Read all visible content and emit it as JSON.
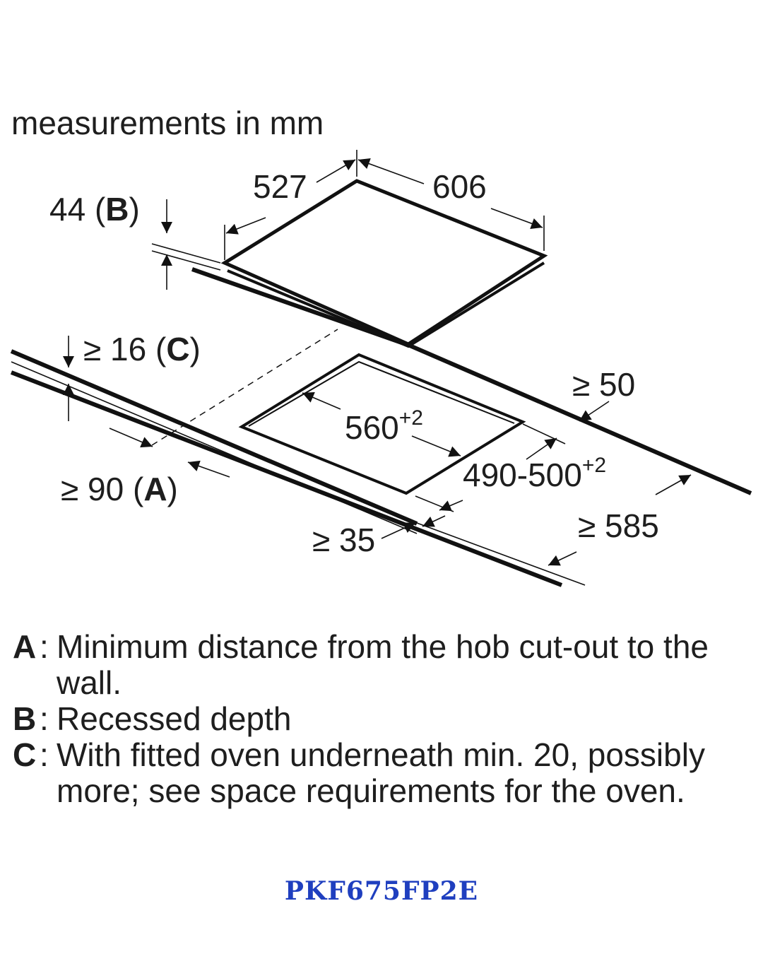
{
  "header": {
    "units": "measurements in mm"
  },
  "dimensions": {
    "d527": "527",
    "d606": "606",
    "d44_num": "44",
    "d44_key": "B",
    "d16_num": "≥ 16",
    "d16_key": "C",
    "d50": "≥ 50",
    "d560": "560",
    "d560_tol": "+2",
    "d490": "490-500",
    "d490_tol": "+2",
    "d90_num": "≥ 90",
    "d90_key": "A",
    "d35": "≥ 35",
    "d585": "≥ 585"
  },
  "legend": [
    {
      "key": "A",
      "text": "Minimum distance from the hob cut-out to the wall."
    },
    {
      "key": "B",
      "text": "Recessed depth"
    },
    {
      "key": "C",
      "text": "With fitted oven underneath min. 20, possibly more; see space requirements for the oven."
    }
  ],
  "model": "PKF675FP2E",
  "colors": {
    "model_text": "#1f3fbf",
    "line": "#111111"
  }
}
